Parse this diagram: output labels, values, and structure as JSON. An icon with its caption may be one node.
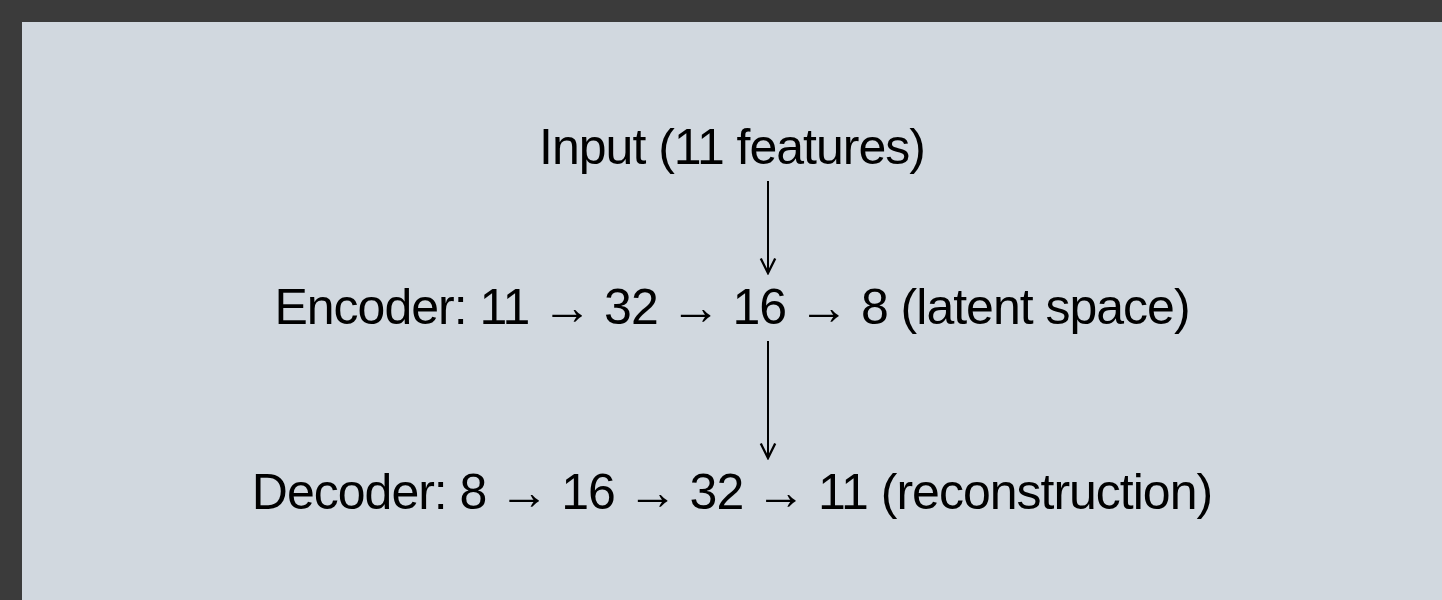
{
  "diagram": {
    "nodes": [
      {
        "text": [
          "Input (11 features)"
        ]
      },
      {
        "text": [
          "Encoder: 11 → 32 → 16 → 8 (latent space)"
        ]
      },
      {
        "text": [
          "Decoder: 8 → 16 → 32 → 11 (reconstruction)"
        ]
      }
    ],
    "edges": [
      {
        "from": 0,
        "to": 1,
        "arrow": "to"
      },
      {
        "from": 1,
        "to": 2,
        "arrow": "to"
      }
    ]
  }
}
